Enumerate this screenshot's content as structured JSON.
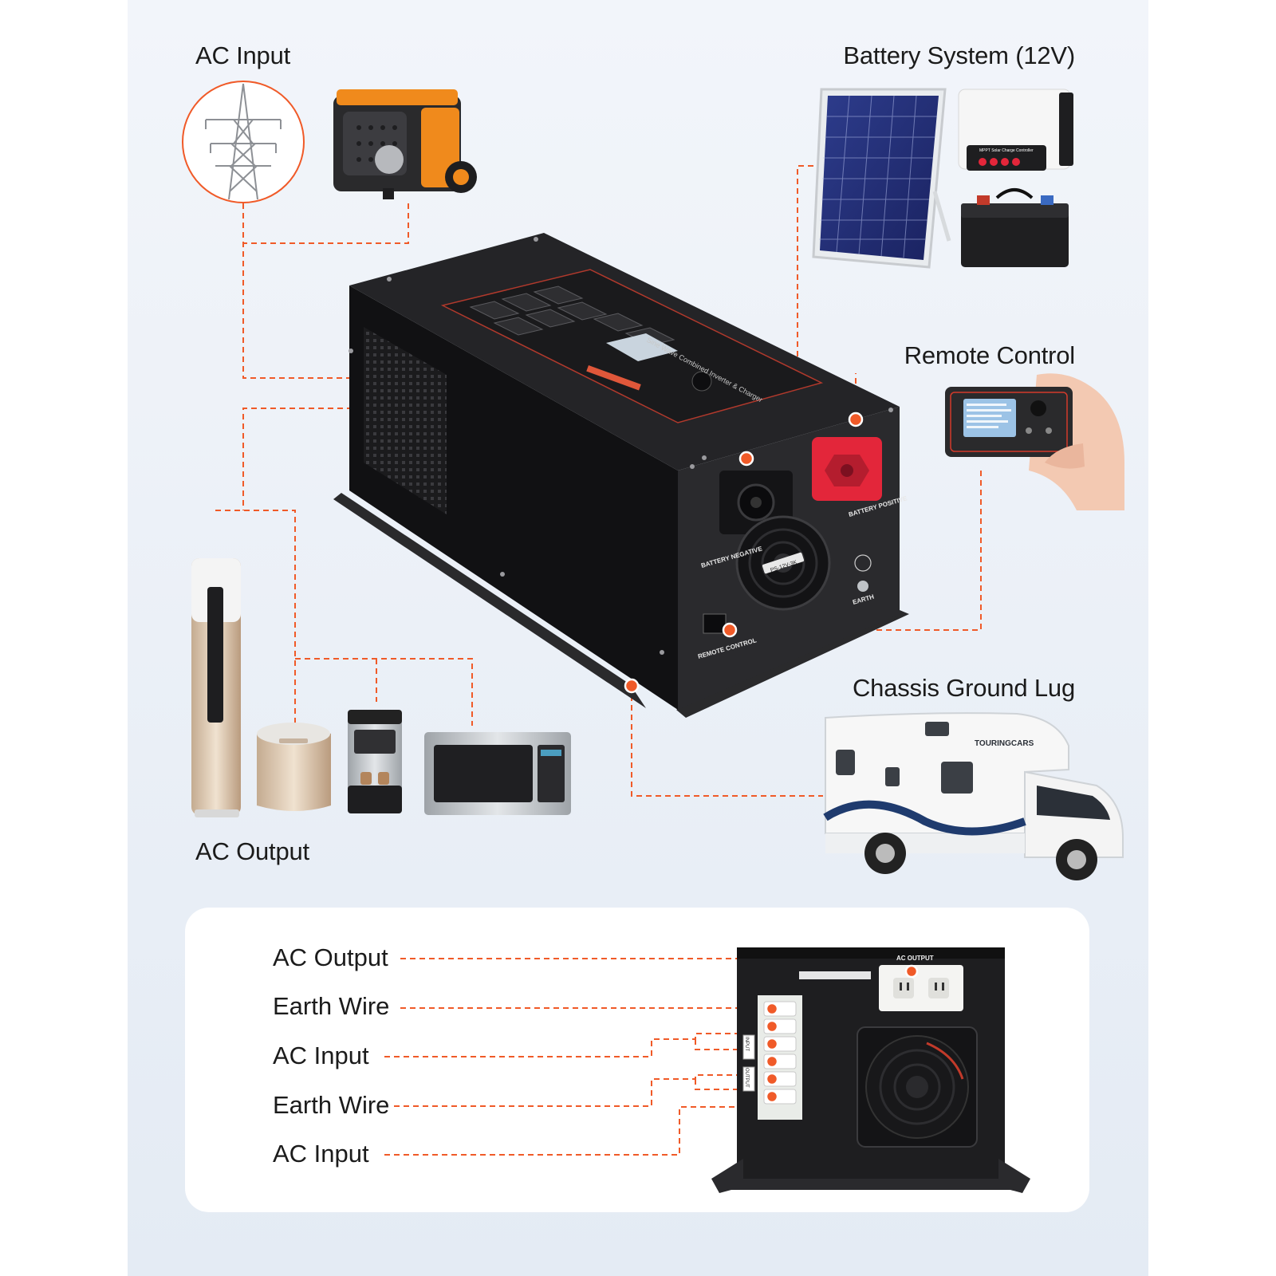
{
  "labels": {
    "ac_input": "AC Input",
    "battery_system": "Battery System (12V)",
    "remote_control": "Remote Control",
    "chassis_ground_lug": "Chassis Ground Lug",
    "ac_output": "AC Output"
  },
  "inverter": {
    "top_panel_text": "Sine Wave Combined Inverter & Charger",
    "battery_negative": "BATTERY NEGATIVE",
    "battery_positive": "BATTERY POSITIVE",
    "earth": "EARTH",
    "remote_control_port": "REMOTE CONTROL",
    "fan_tag": "PS-12V-3K"
  },
  "equipment": {
    "charge_controller_text": "MPPT Solar Charge Controller",
    "rv_brand": "TOURINGCARS"
  },
  "bottom": {
    "labels": [
      "AC Output",
      "Earth Wire",
      "AC Input",
      "Earth Wire",
      "AC Input"
    ],
    "rear_ac_output": "AC OUTPUT",
    "terminal_input": "INPUT",
    "terminal_output": "OUTPUT"
  },
  "colors": {
    "accent": "#f05a28",
    "inverter_body": "#1e1e20",
    "positive_terminal": "#e3263a"
  }
}
